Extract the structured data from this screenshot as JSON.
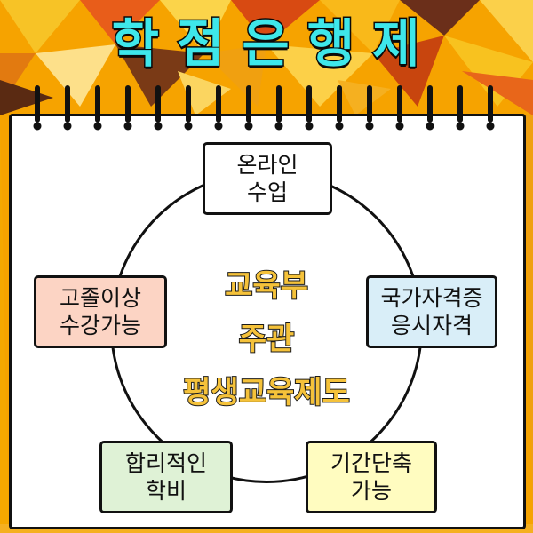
{
  "title": {
    "chars": [
      "학",
      "점",
      "은",
      "행",
      "제"
    ]
  },
  "center": {
    "line1": "교육부",
    "line2": "주관",
    "line3": "평생교육제도"
  },
  "boxes": {
    "top": {
      "line1": "온라인",
      "line2": "수업",
      "color": "#ffffff"
    },
    "left": {
      "line1": "고졸이상",
      "line2": "수강가능",
      "color": "#fcd4c4"
    },
    "right": {
      "line1": "국가자격증",
      "line2": "응시자격",
      "color": "#d9eef8"
    },
    "bottom_left": {
      "line1": "합리적인",
      "line2": "학비",
      "color": "#dff2d6"
    },
    "bottom_right": {
      "line1": "기간단축",
      "line2": "가능",
      "color": "#fffcc0"
    }
  },
  "colors": {
    "title": "#3ee7ea",
    "center_text": "#f5c23a",
    "background": "#f5a800"
  }
}
